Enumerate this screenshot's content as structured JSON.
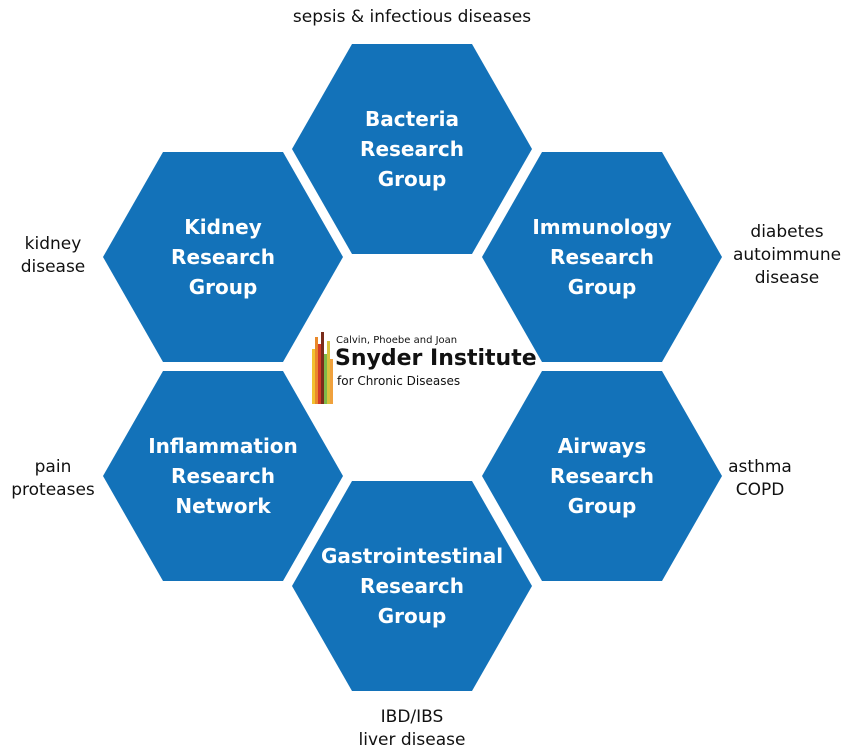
{
  "diagram": {
    "hexagons": {
      "bacteria": [
        "Bacteria",
        "Research",
        "Group"
      ],
      "kidney": [
        "Kidney",
        "Research",
        "Group"
      ],
      "immunology": [
        "Immunology",
        "Research",
        "Group"
      ],
      "inflammation": [
        "Inflammation",
        "Research",
        "Network"
      ],
      "airways": [
        "Airways",
        "Research",
        "Group"
      ],
      "gastro": [
        "Gastrointestinal",
        "Research",
        "Group"
      ]
    },
    "notes": {
      "top": [
        "sepsis & infectious diseases"
      ],
      "left_1": [
        "kidney",
        "disease"
      ],
      "right_1": [
        "diabetes",
        "autoimmune",
        "disease"
      ],
      "left_2": [
        "pain",
        "proteases"
      ],
      "right_2": [
        "asthma",
        "COPD"
      ],
      "bottom": [
        "IBD/IBS",
        "liver disease"
      ]
    },
    "logo": {
      "small_text": "Calvin, Phoebe and Joan",
      "name": "Snyder Institute",
      "subtitle": "for Chronic Diseases"
    },
    "colors": {
      "hexagon": "#1372b9",
      "label": "#111111",
      "logo_bars": [
        "#f2c230",
        "#e9892b",
        "#d23b2a",
        "#7a2d1b",
        "#7fb94a",
        "#d8c23c",
        "#f0a13d"
      ]
    }
  }
}
